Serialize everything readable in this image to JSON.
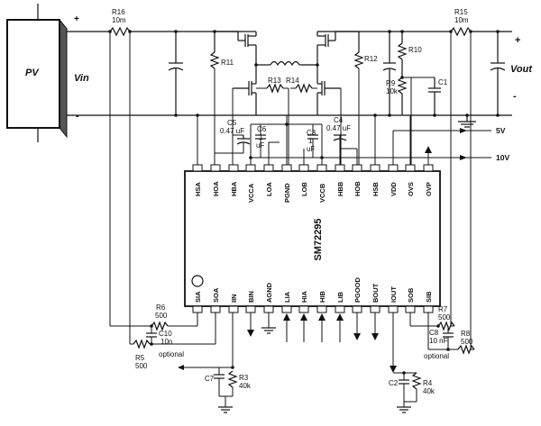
{
  "pv": {
    "label": "PV",
    "vin": "Vin",
    "plus": "+",
    "minus": "-"
  },
  "output": {
    "label": "Vout",
    "plus": "+",
    "minus": "-"
  },
  "rails": {
    "v5": "5V",
    "v10": "10V"
  },
  "chip": {
    "name": "SM72295",
    "top_pins": [
      "HSA",
      "HOA",
      "HBA",
      "VCCA",
      "LOA",
      "PGND",
      "LOB",
      "VCCB",
      "HBB",
      "HOB",
      "HSB",
      "VDD",
      "OVS",
      "OVP"
    ],
    "bottom_pins": [
      "SIA",
      "SOA",
      "IIN",
      "BIN",
      "AGND",
      "LIA",
      "HIA",
      "HIB",
      "LIB",
      "PGOOD",
      "BOUT",
      "IOUT",
      "SOB",
      "SIB"
    ]
  },
  "components": {
    "r16": {
      "name": "R16",
      "value": "10m"
    },
    "r15": {
      "name": "R15",
      "value": "10m"
    },
    "r11": {
      "name": "R11"
    },
    "r12": {
      "name": "R12"
    },
    "r13": {
      "name": "R13"
    },
    "r14": {
      "name": "R14"
    },
    "r10": {
      "name": "R10"
    },
    "r9": {
      "name": "R9",
      "value": "10k"
    },
    "c1": {
      "name": "C1"
    },
    "c5": {
      "name": "C5",
      "value": "0.47 uF"
    },
    "c6": {
      "name": "C6",
      "value1": "1",
      "value2": "uF"
    },
    "c3": {
      "name": "C3",
      "value1": "1",
      "value2": "uF"
    },
    "c4": {
      "name": "C4",
      "value": "0.47 uF"
    },
    "r6": {
      "name": "R6",
      "value": "500"
    },
    "c10": {
      "name": "C10",
      "value": "10n"
    },
    "r5": {
      "name": "R5",
      "value": "500"
    },
    "optional_left": "optional",
    "c7": {
      "name": "C7"
    },
    "r3": {
      "name": "R3",
      "value": "40k"
    },
    "r7": {
      "name": "R7",
      "value": "500"
    },
    "c8": {
      "name": "C8",
      "value": "10 nF"
    },
    "r8": {
      "name": "R8",
      "value": "500"
    },
    "optional_right": "optional",
    "c2": {
      "name": "C2"
    },
    "r4": {
      "name": "R4",
      "value": "40k"
    }
  }
}
